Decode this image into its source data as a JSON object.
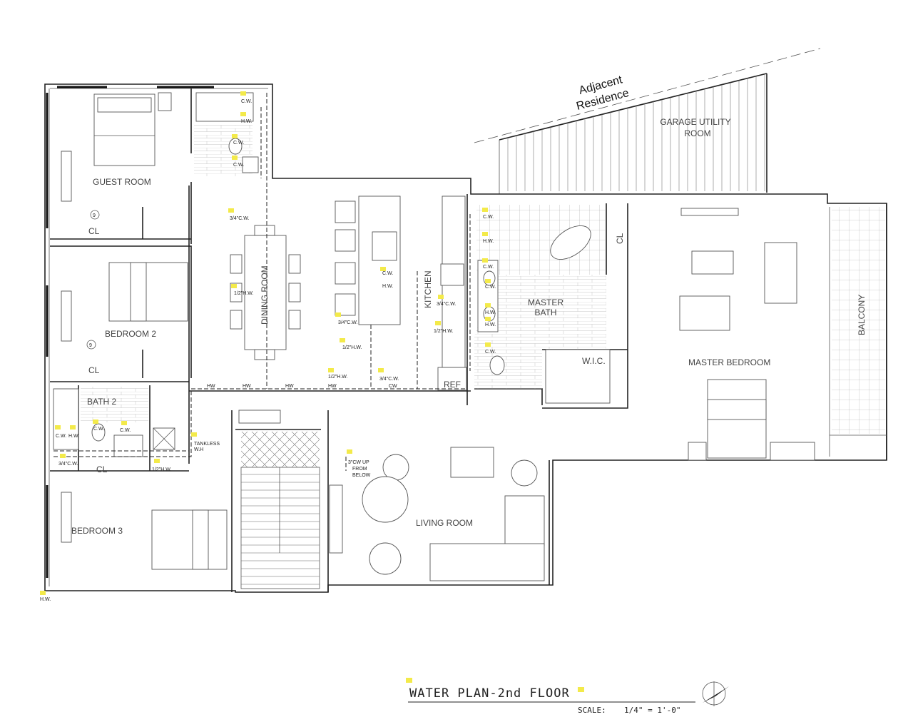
{
  "drawing": {
    "title": "WATER PLAN-2nd FLOOR",
    "scale_label": "SCALE:",
    "scale_value": "1/4\" = 1'-0\"",
    "adjacent_line1": "Adjacent",
    "adjacent_line2": "Residence"
  },
  "rooms": {
    "guest_room": "GUEST ROOM",
    "bedroom2": "BEDROOM 2",
    "bath2": "BATH 2",
    "bedroom3": "BEDROOM 3",
    "dining_room": "DINING ROOM",
    "kitchen": "KITCHEN",
    "master_bath_1": "MASTER",
    "master_bath_2": "BATH",
    "wic": "W.I.C.",
    "master_bedroom": "MASTER BEDROOM",
    "living_room": "LIVING ROOM",
    "balcony": "BALCONY",
    "garage_1": "GARAGE UTILITY",
    "garage_2": "ROOM",
    "closet": "CL",
    "ref": "REF",
    "door_tag": "9"
  },
  "annotations": {
    "cw": "C.W.",
    "hw": "H.W.",
    "cw_34": "3/4\"C.W.",
    "hw_12": "1/2\"H.W.",
    "tankless_1": "TANKLESS",
    "tankless_2": "W.H",
    "cw_up_1": "3\"CW UP",
    "cw_up_2": "FROM",
    "cw_up_3": "BELOW",
    "pipe_hw": "HW",
    "pipe_cw": "CW"
  },
  "colors": {
    "marker": "#f3ea4a",
    "line": "#222222"
  }
}
